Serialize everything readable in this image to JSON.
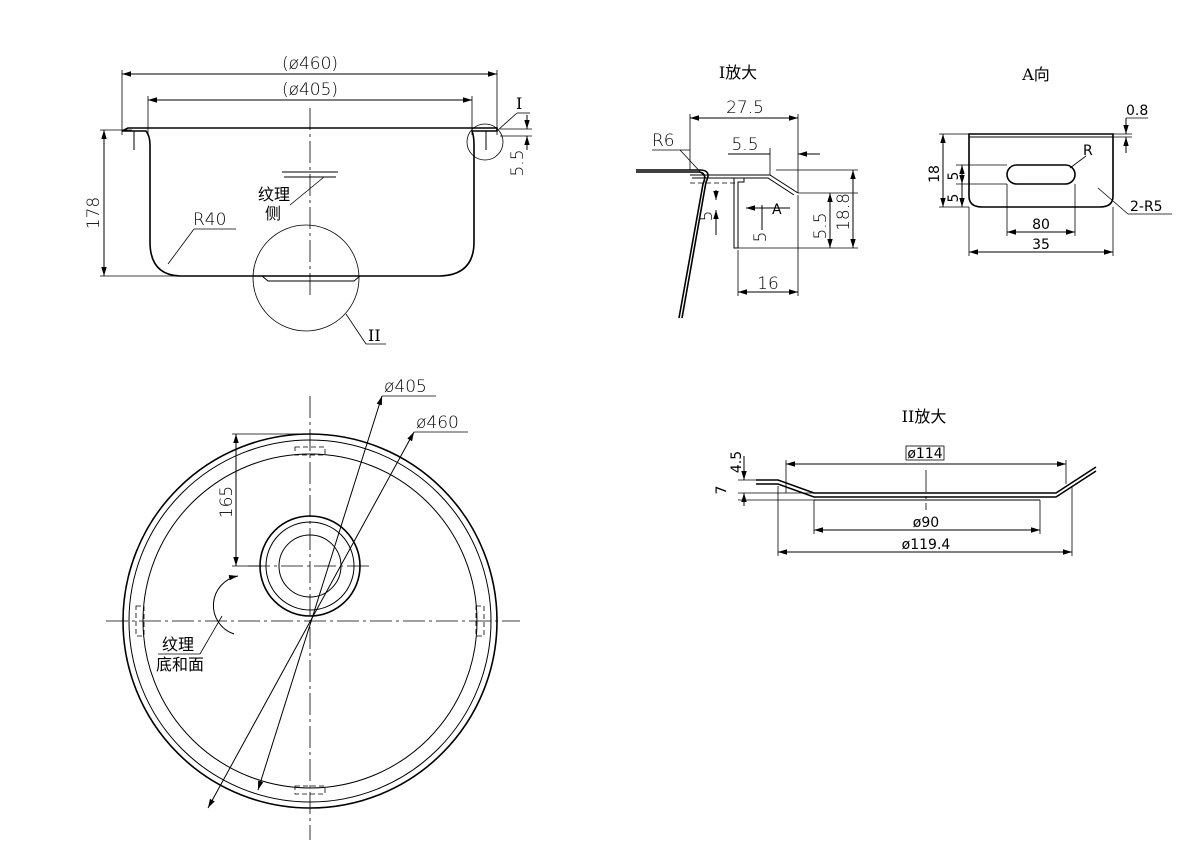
{
  "side_view": {
    "dia_outer": "(ø460)",
    "dia_inner": "(ø405)",
    "height": "178",
    "radius": "R40",
    "texture_label_1": "纹理",
    "texture_label_2": "侧",
    "detail_I": "I",
    "flange_dim": "5.5",
    "detail_II": "II"
  },
  "detail_I": {
    "title": "I放大",
    "d_27_5": "27.5",
    "d_5_5_top": "5.5",
    "radius": "R6",
    "d_5_left": "5",
    "d_5_inner": "5",
    "arrow_label": "A",
    "d_5_5_right": "5.5",
    "d_18_8": "18.8",
    "d_16": "16"
  },
  "view_A": {
    "title": "A向",
    "d_0_8": "0.8",
    "radius": "R",
    "d_18": "18",
    "d_5_a": "5",
    "d_5_b": "5",
    "d_80": "80",
    "d_35": "35",
    "corner": "2-R5"
  },
  "plan_view": {
    "dia_405": "ø405",
    "dia_460": "ø460",
    "d_165": "165",
    "texture_label_1": "纹理",
    "texture_label_2": "底和面"
  },
  "detail_II": {
    "title": "II放大",
    "d_4_5": "4.5",
    "d_7": "7",
    "dia_114": "ø114",
    "dia_90": "ø90",
    "dia_119_4": "ø119.4"
  }
}
